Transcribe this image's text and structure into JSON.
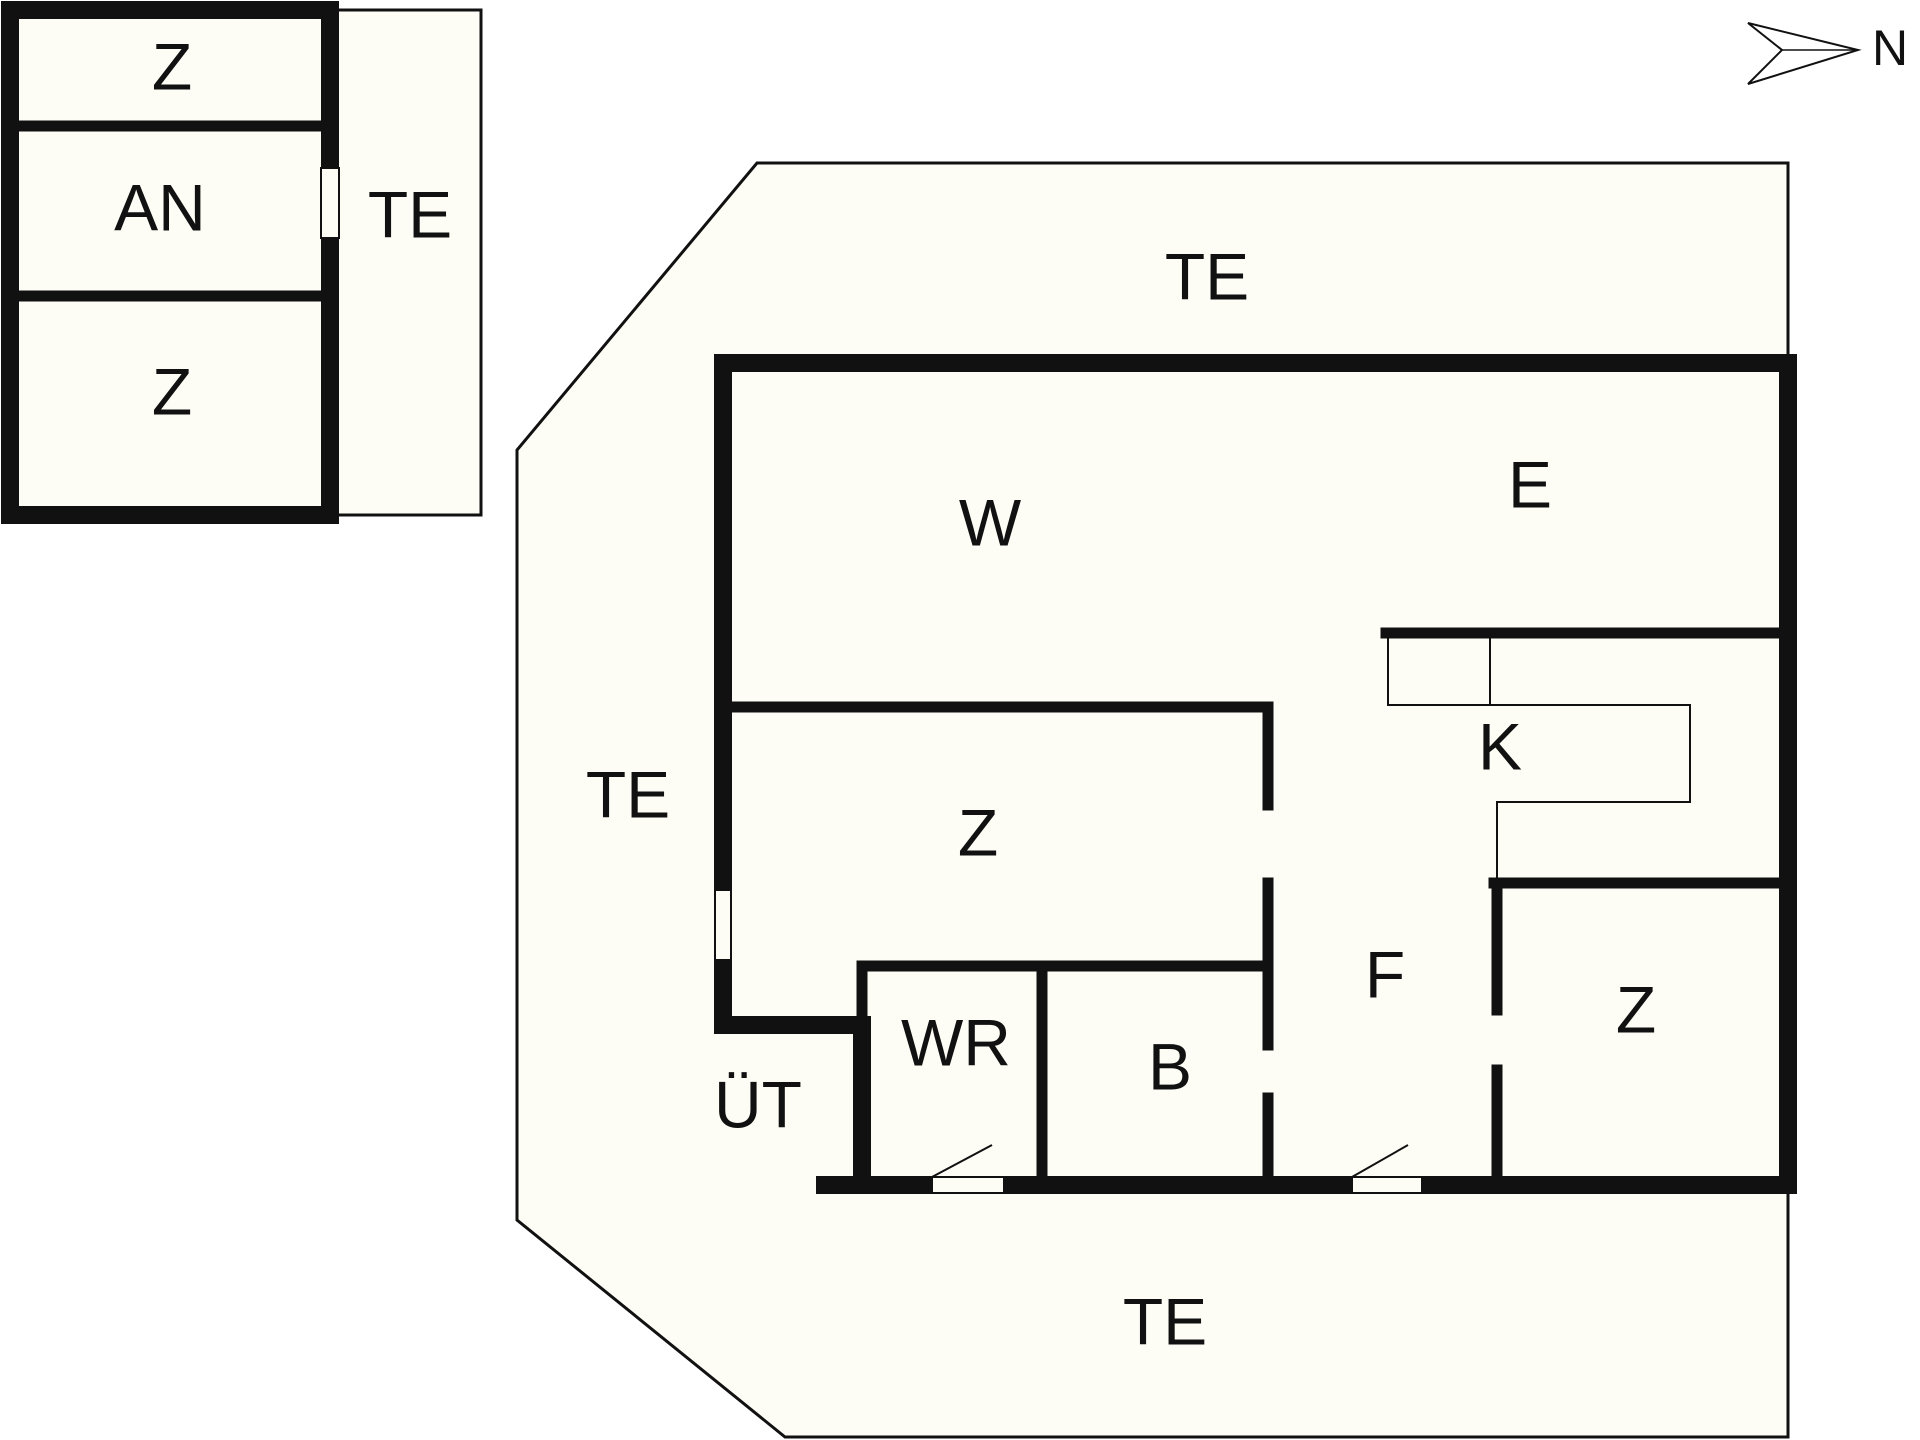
{
  "compass": {
    "label": "N",
    "icon": "north-arrow-icon"
  },
  "annex": {
    "rooms": [
      {
        "key": "annex-room-z-top",
        "label": "Z"
      },
      {
        "key": "annex-room-an",
        "label": "AN"
      },
      {
        "key": "annex-room-z-bottom",
        "label": "Z"
      },
      {
        "key": "annex-terrace",
        "label": "TE"
      }
    ]
  },
  "main": {
    "rooms": [
      {
        "key": "terrace-north",
        "label": "TE"
      },
      {
        "key": "terrace-west",
        "label": "TE"
      },
      {
        "key": "terrace-south",
        "label": "TE"
      },
      {
        "key": "room-w",
        "label": "W"
      },
      {
        "key": "room-e",
        "label": "E"
      },
      {
        "key": "room-k",
        "label": "K"
      },
      {
        "key": "room-z-middle",
        "label": "Z"
      },
      {
        "key": "room-f",
        "label": "F"
      },
      {
        "key": "room-z-right",
        "label": "Z"
      },
      {
        "key": "room-wr",
        "label": "WR"
      },
      {
        "key": "room-b",
        "label": "B"
      },
      {
        "key": "room-ut",
        "label": "ÜT"
      }
    ]
  },
  "colors": {
    "background": "#ffffff",
    "floor": "#fdfdf6",
    "walls": "#111111"
  }
}
